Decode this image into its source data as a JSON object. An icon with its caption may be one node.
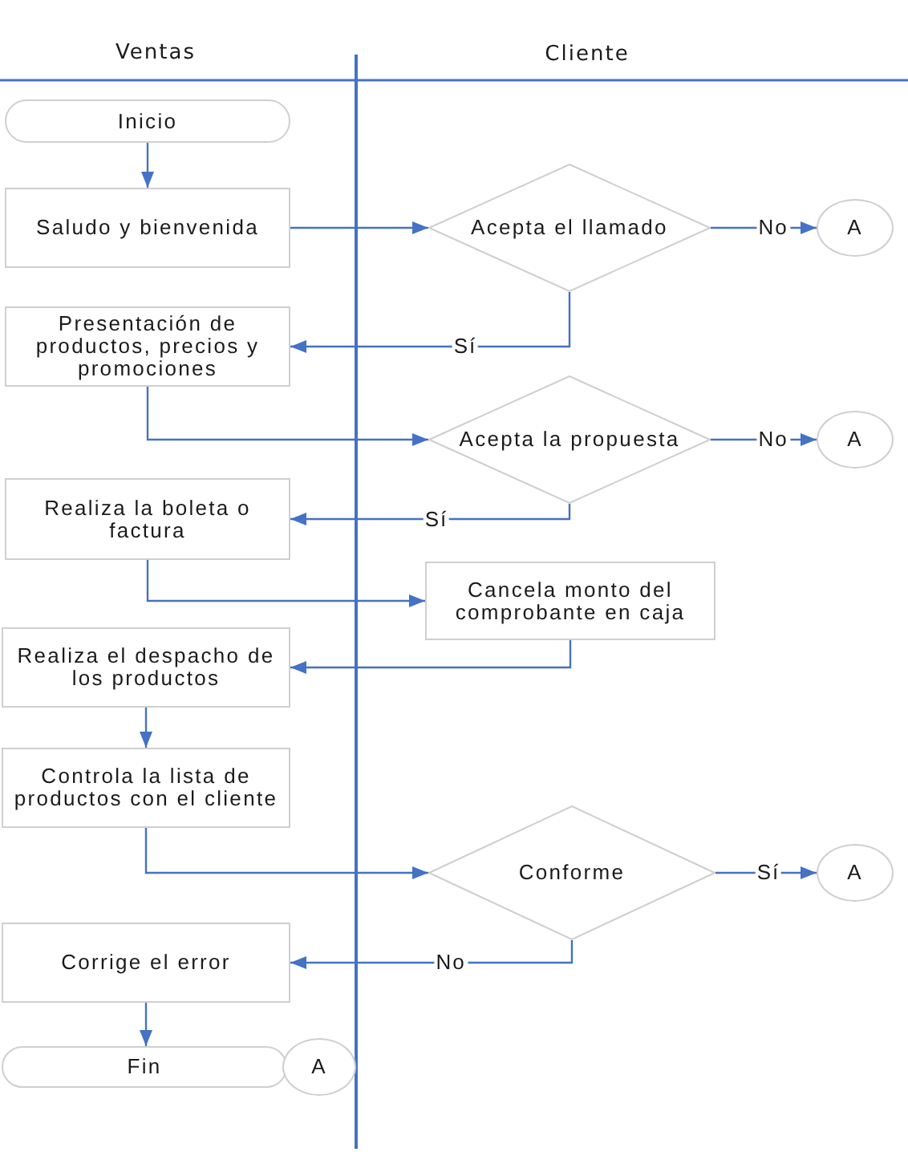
{
  "diagram": {
    "nodes": [
      {
        "text": [
          "Inicio"
        ]
      },
      {
        "text": [
          "Saludo y bienvenida"
        ]
      },
      {
        "text": [
          "Acepta el llamado"
        ]
      },
      {
        "text": [
          "A"
        ]
      },
      {
        "text": [
          "Presentación de productos, precios y promociones"
        ]
      },
      {
        "text": [
          "Acepta la propuesta"
        ]
      },
      {
        "text": [
          "A"
        ]
      },
      {
        "text": [
          "Realiza la boleta o factura"
        ]
      },
      {
        "text": [
          "Cancela monto del comprobante en caja"
        ]
      },
      {
        "text": [
          "Realiza el despacho de los productos"
        ]
      },
      {
        "text": [
          "Controla la lista de productos con el cliente"
        ]
      },
      {
        "text": [
          "Conforme"
        ]
      },
      {
        "text": [
          "A"
        ]
      },
      {
        "text": [
          "Corrige el error"
        ]
      },
      {
        "text": [
          "Fin"
        ]
      },
      {
        "text": [
          "A"
        ]
      }
    ],
    "edges": [
      {
        "from": 0,
        "to": 1,
        "arrow": "to"
      },
      {
        "from": 1,
        "to": 2,
        "arrow": "to"
      },
      {
        "from": 2,
        "to": 3,
        "arrow": "to",
        "label": "No"
      },
      {
        "from": 2,
        "to": 4,
        "arrow": "to",
        "label": "Sí"
      },
      {
        "from": 4,
        "to": 5,
        "arrow": "to"
      },
      {
        "from": 5,
        "to": 6,
        "arrow": "to",
        "label": "No"
      },
      {
        "from": 5,
        "to": 7,
        "arrow": "to",
        "label": "Sí"
      },
      {
        "from": 7,
        "to": 8,
        "arrow": "to"
      },
      {
        "from": 8,
        "to": 9,
        "arrow": "to"
      },
      {
        "from": 9,
        "to": 10,
        "arrow": "to"
      },
      {
        "from": 10,
        "to": 11,
        "arrow": "to"
      },
      {
        "from": 11,
        "to": 12,
        "arrow": "to",
        "label": "Sí"
      },
      {
        "from": 11,
        "to": 13,
        "arrow": "to",
        "label": "No"
      },
      {
        "from": 13,
        "to": 14,
        "arrow": "to"
      }
    ],
    "labels": [
      "Ventas",
      "Cliente"
    ]
  }
}
